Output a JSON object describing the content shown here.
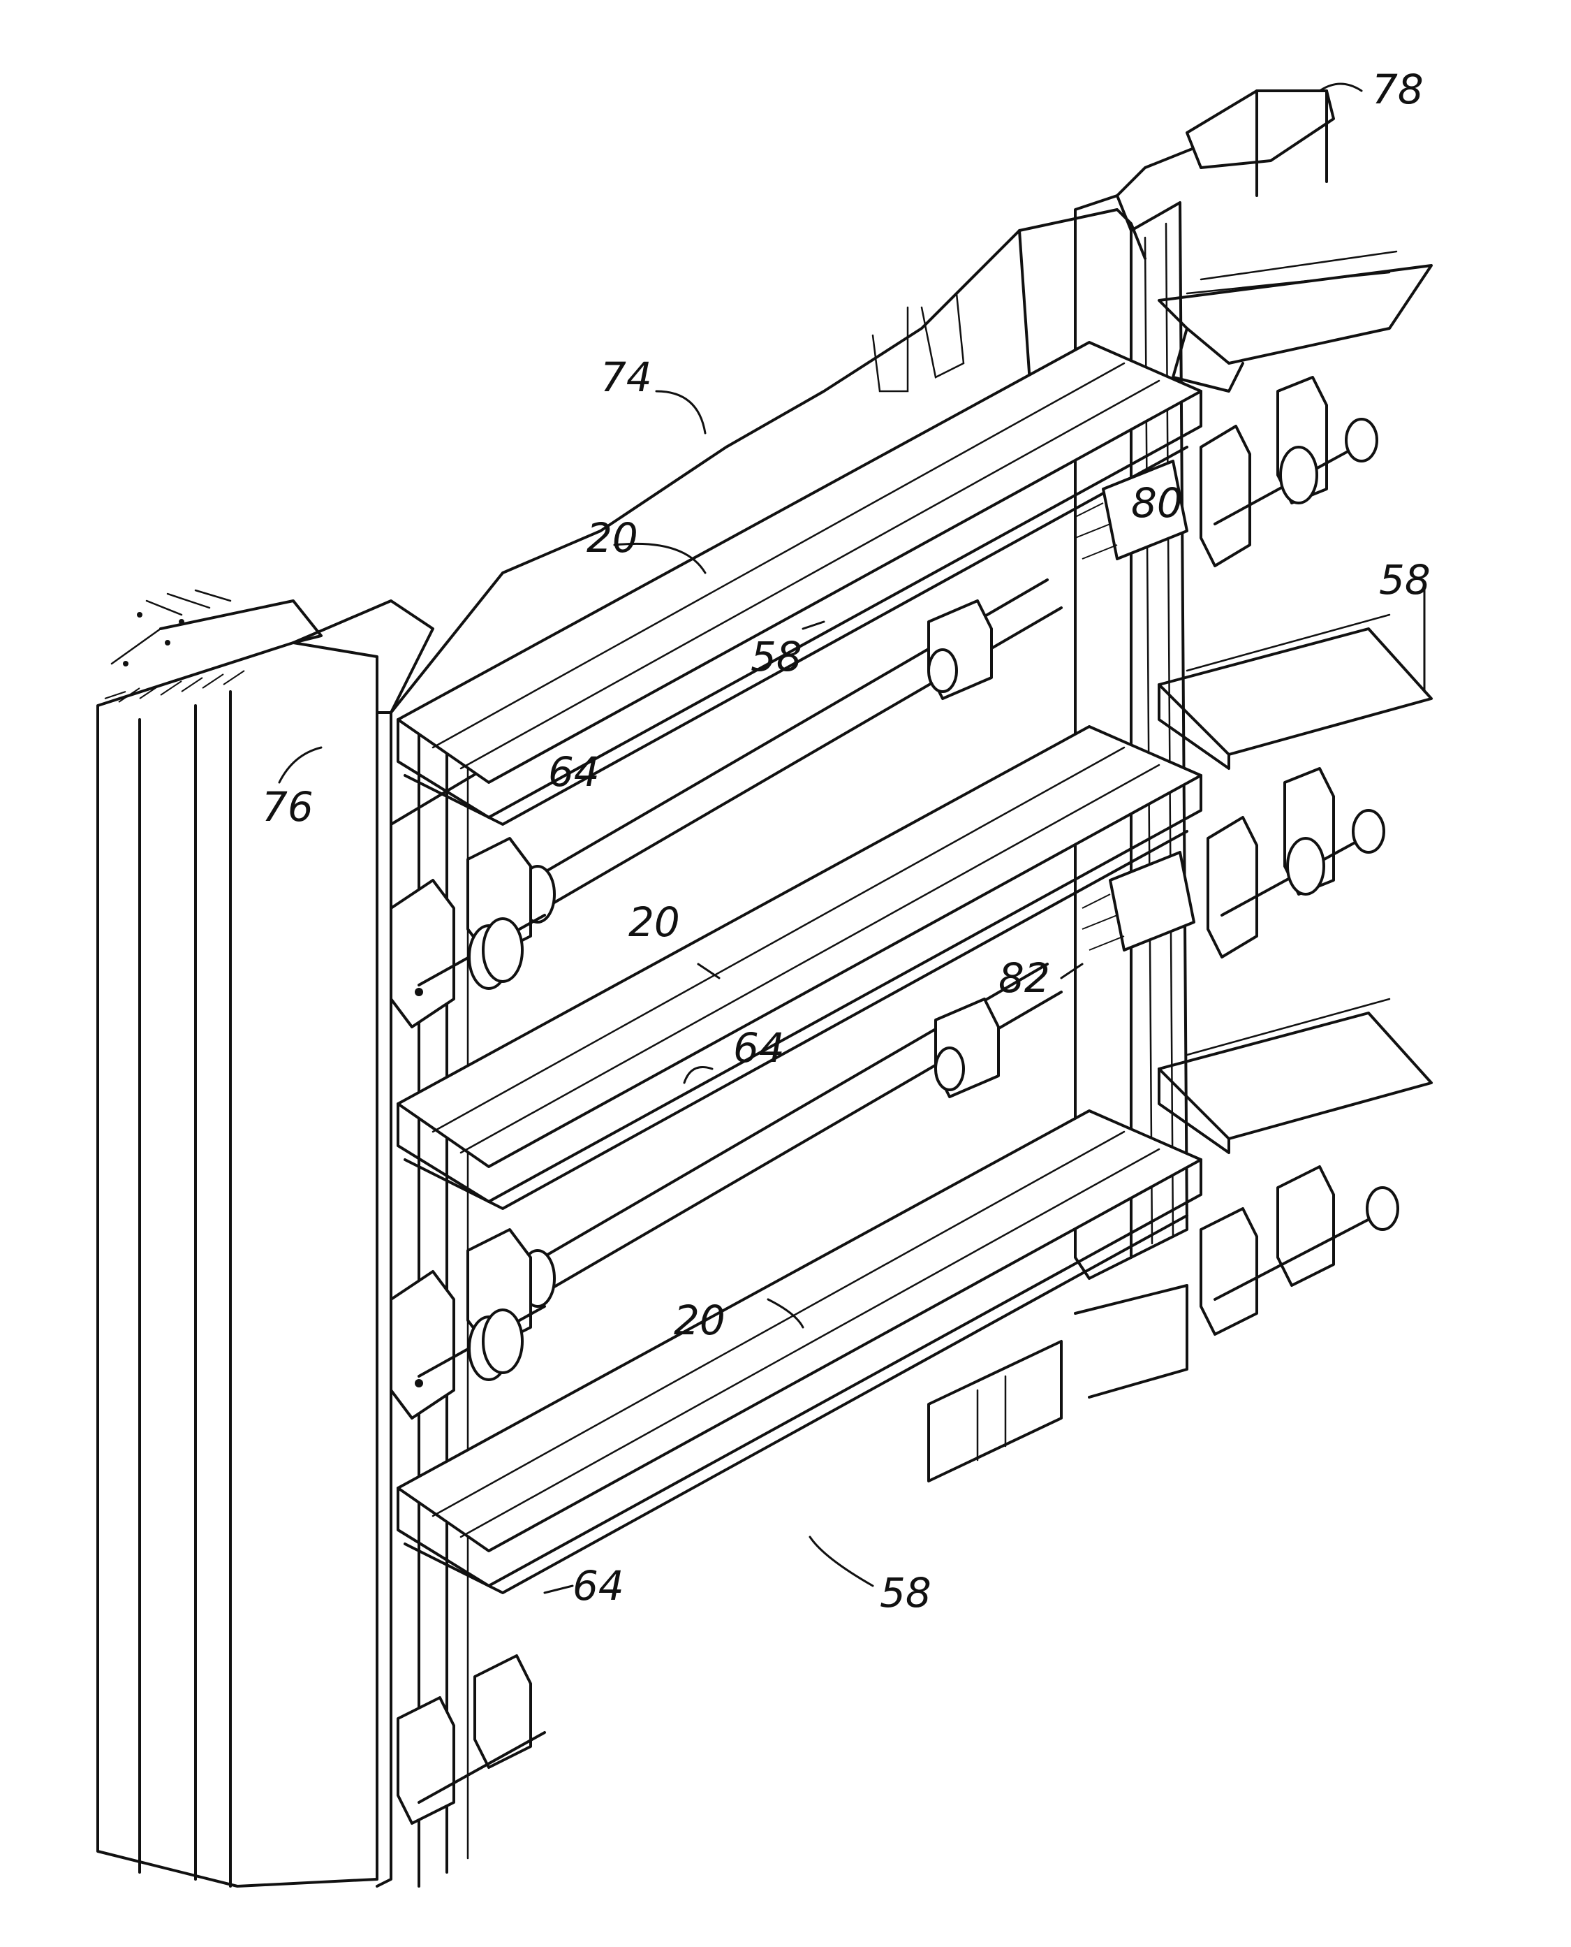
{
  "figure": {
    "labels": {
      "l74": "74",
      "l78": "78",
      "l76": "76",
      "l80": "80",
      "l82": "82",
      "l20a": "20",
      "l20b": "20",
      "l20c": "20",
      "l58a": "58",
      "l58b": "58",
      "l58c": "58",
      "l64a": "64",
      "l64b": "64",
      "l64c": "64"
    }
  }
}
